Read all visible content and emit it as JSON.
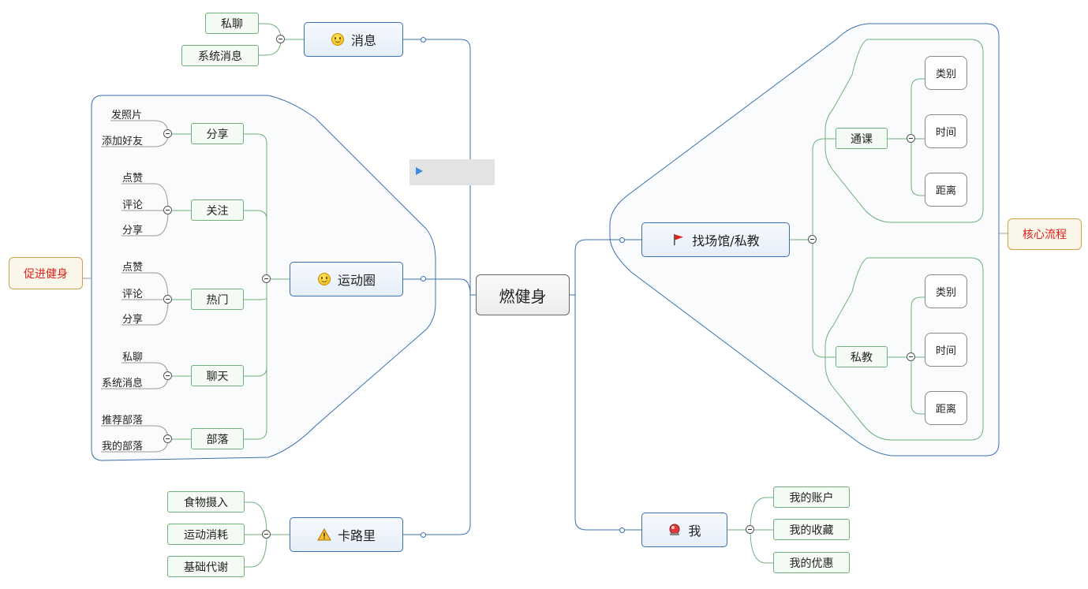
{
  "root": "燃健身",
  "messages": {
    "label": "消息",
    "icon": "smile-icon",
    "children": [
      "私聊",
      "系统消息"
    ]
  },
  "circle": {
    "label": "运动圈",
    "icon": "smile-icon",
    "groups": [
      {
        "label": "分享",
        "children": [
          "发照片",
          "添加好友"
        ]
      },
      {
        "label": "关注",
        "children": [
          "点赞",
          "评论",
          "分享"
        ]
      },
      {
        "label": "热门",
        "children": [
          "点赞",
          "评论",
          "分享"
        ]
      },
      {
        "label": "聊天",
        "children": [
          "私聊",
          "系统消息"
        ]
      },
      {
        "label": "部落",
        "children": [
          "推荐部落",
          "我的部落"
        ]
      }
    ]
  },
  "calories": {
    "label": "卡路里",
    "icon": "warning-icon",
    "children": [
      "食物摄入",
      "运动消耗",
      "基础代谢"
    ]
  },
  "venue": {
    "label": "找场馆/私教",
    "icon": "flag-icon",
    "groups": [
      {
        "label": "通课",
        "children": [
          "类别",
          "时间",
          "距离"
        ]
      },
      {
        "label": "私教",
        "children": [
          "类别",
          "时间",
          "距离"
        ]
      }
    ]
  },
  "me": {
    "label": "我",
    "icon": "alarm-icon",
    "children": [
      "我的账户",
      "我的收藏",
      "我的优惠"
    ]
  },
  "callouts": {
    "left": "促进健身",
    "right": "核心流程"
  },
  "colors": {
    "main_border": "#3c6fb0",
    "sub_border": "#6fb07a",
    "callout_text": "#e0201b",
    "callout_border": "#d1a04a"
  }
}
